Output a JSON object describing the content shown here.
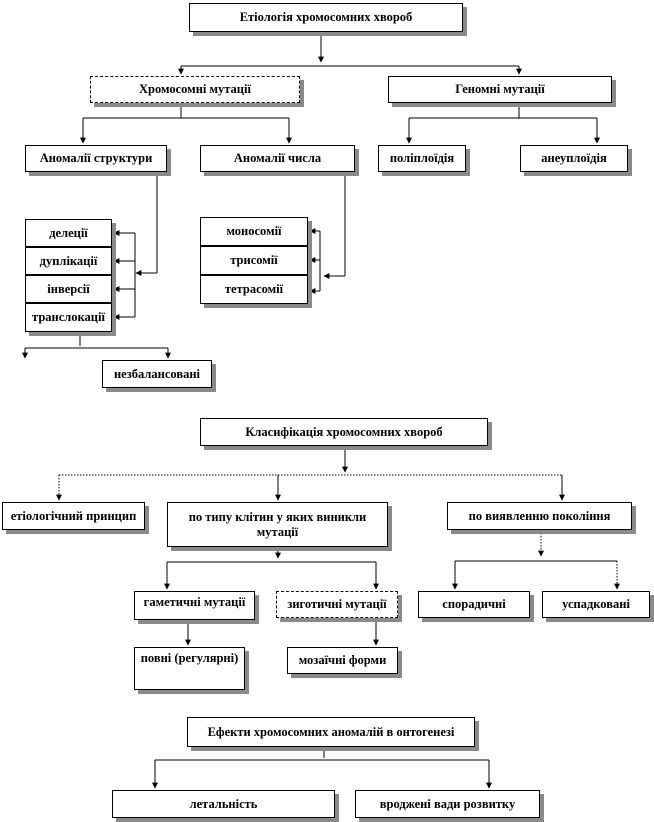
{
  "diagram1": {
    "title": "Етіологія  хромосомних хвороб",
    "chromosomal_mutations": "Хромосомні мутації",
    "genomic_mutations": "Геномні мутації",
    "structure_anomalies": "Аномалії структури",
    "number_anomalies": "Аномалії числа",
    "polyploidy": "поліплоїдія",
    "aneuploidy": "анеуплоїдія",
    "structure_types": [
      "делеції",
      "дуплікації",
      "інверсії",
      "транслокації"
    ],
    "number_types": [
      "моносомії",
      "трисомії",
      "тетрасомії"
    ],
    "unbalanced": "незбалансовані"
  },
  "diagram2": {
    "title": "Класифікація  хромосомних хвороб",
    "etiological": "етіологічний  принцип",
    "by_cell_type": "по типу клітин у яких виникли мутації",
    "by_generation": "по виявленню покоління",
    "gametic": "гаметичні мутації",
    "zygotic": "зиготичні мутації",
    "full_forms": "повні  (регулярні)",
    "mosaic_forms": "мозаїчні  форми",
    "sporadic": "спорадичні",
    "inherited": "успадковані"
  },
  "diagram3": {
    "title": "Ефекти хромосомних  аномалій в онтогенезі",
    "lethality": "летальність",
    "congenital": "вроджені вади розвитку"
  }
}
